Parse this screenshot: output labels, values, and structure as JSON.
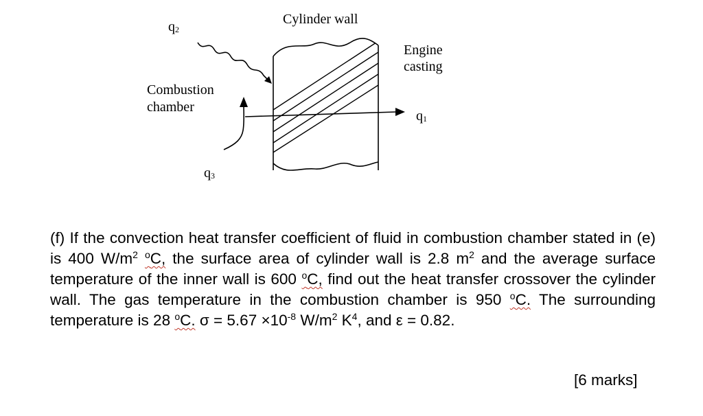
{
  "diagram": {
    "labels": {
      "cylinder_wall": "Cylinder wall",
      "engine_casting_line1": "Engine",
      "engine_casting_line2": "casting",
      "combustion_line1": "Combustion",
      "combustion_line2": "chamber",
      "q2_base": "q",
      "q2_sub": "2",
      "q1_base": "q",
      "q1_sub": "1",
      "q3_base": "q",
      "q3_sub": "3"
    }
  },
  "problem": {
    "p1": "(f) If the convection heat transfer coefficient of fluid in combustion chamber stated in (e) is 400 W/m",
    "sup2a": "2",
    "p2": " ",
    "o1": "o",
    "c1": "C,",
    "p3": " the surface area of cylinder wall is 2.8 m",
    "sup2b": "2",
    "p4": " and the average surface temperature of the inner wall is 600 ",
    "o2": "o",
    "c2": "C,",
    "p5": " find out the heat transfer crossover the cylinder wall. The gas temperature in the combustion chamber is 950 ",
    "o3": "o",
    "c3": "C.",
    "p6": " The surrounding temperature is 28 ",
    "o4": "o",
    "c4": "C.",
    "p7": " σ = 5.67 ×10",
    "sup_exp": "-8",
    "p8": " W/m",
    "sup2c": "2",
    "p9": " K",
    "sup4": "4",
    "p10": ", and ε = 0.82."
  },
  "marks": "[6 marks]"
}
